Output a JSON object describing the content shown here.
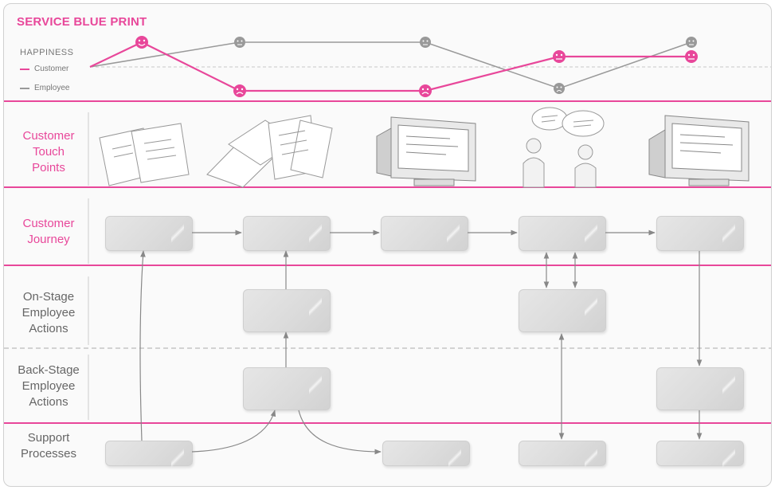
{
  "title": "SERVICE BLUE PRINT",
  "legend": {
    "heading": "HAPPINESS",
    "customer": "Customer",
    "employee": "Employee"
  },
  "colors": {
    "accent": "#e8479a",
    "gray": "#8a8a8a"
  },
  "lanes": {
    "touch_points": [
      "Customer",
      "Touch",
      "Points"
    ],
    "journey": [
      "Customer",
      "Journey"
    ],
    "on_stage": [
      "On-Stage",
      "Employee",
      "Actions"
    ],
    "back_stage": [
      "Back-Stage",
      "Employee",
      "Actions"
    ],
    "support": [
      "Support",
      "Processes"
    ]
  },
  "touch_point_icons": [
    "documents-icon",
    "reports-icon",
    "computer-icon",
    "people-talking-icon",
    "computer-icon"
  ]
}
